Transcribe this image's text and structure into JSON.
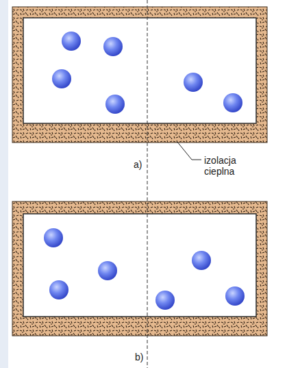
{
  "diagram": {
    "labels": [
      "a)",
      "izolacja cieplna",
      "b)"
    ]
  }
}
